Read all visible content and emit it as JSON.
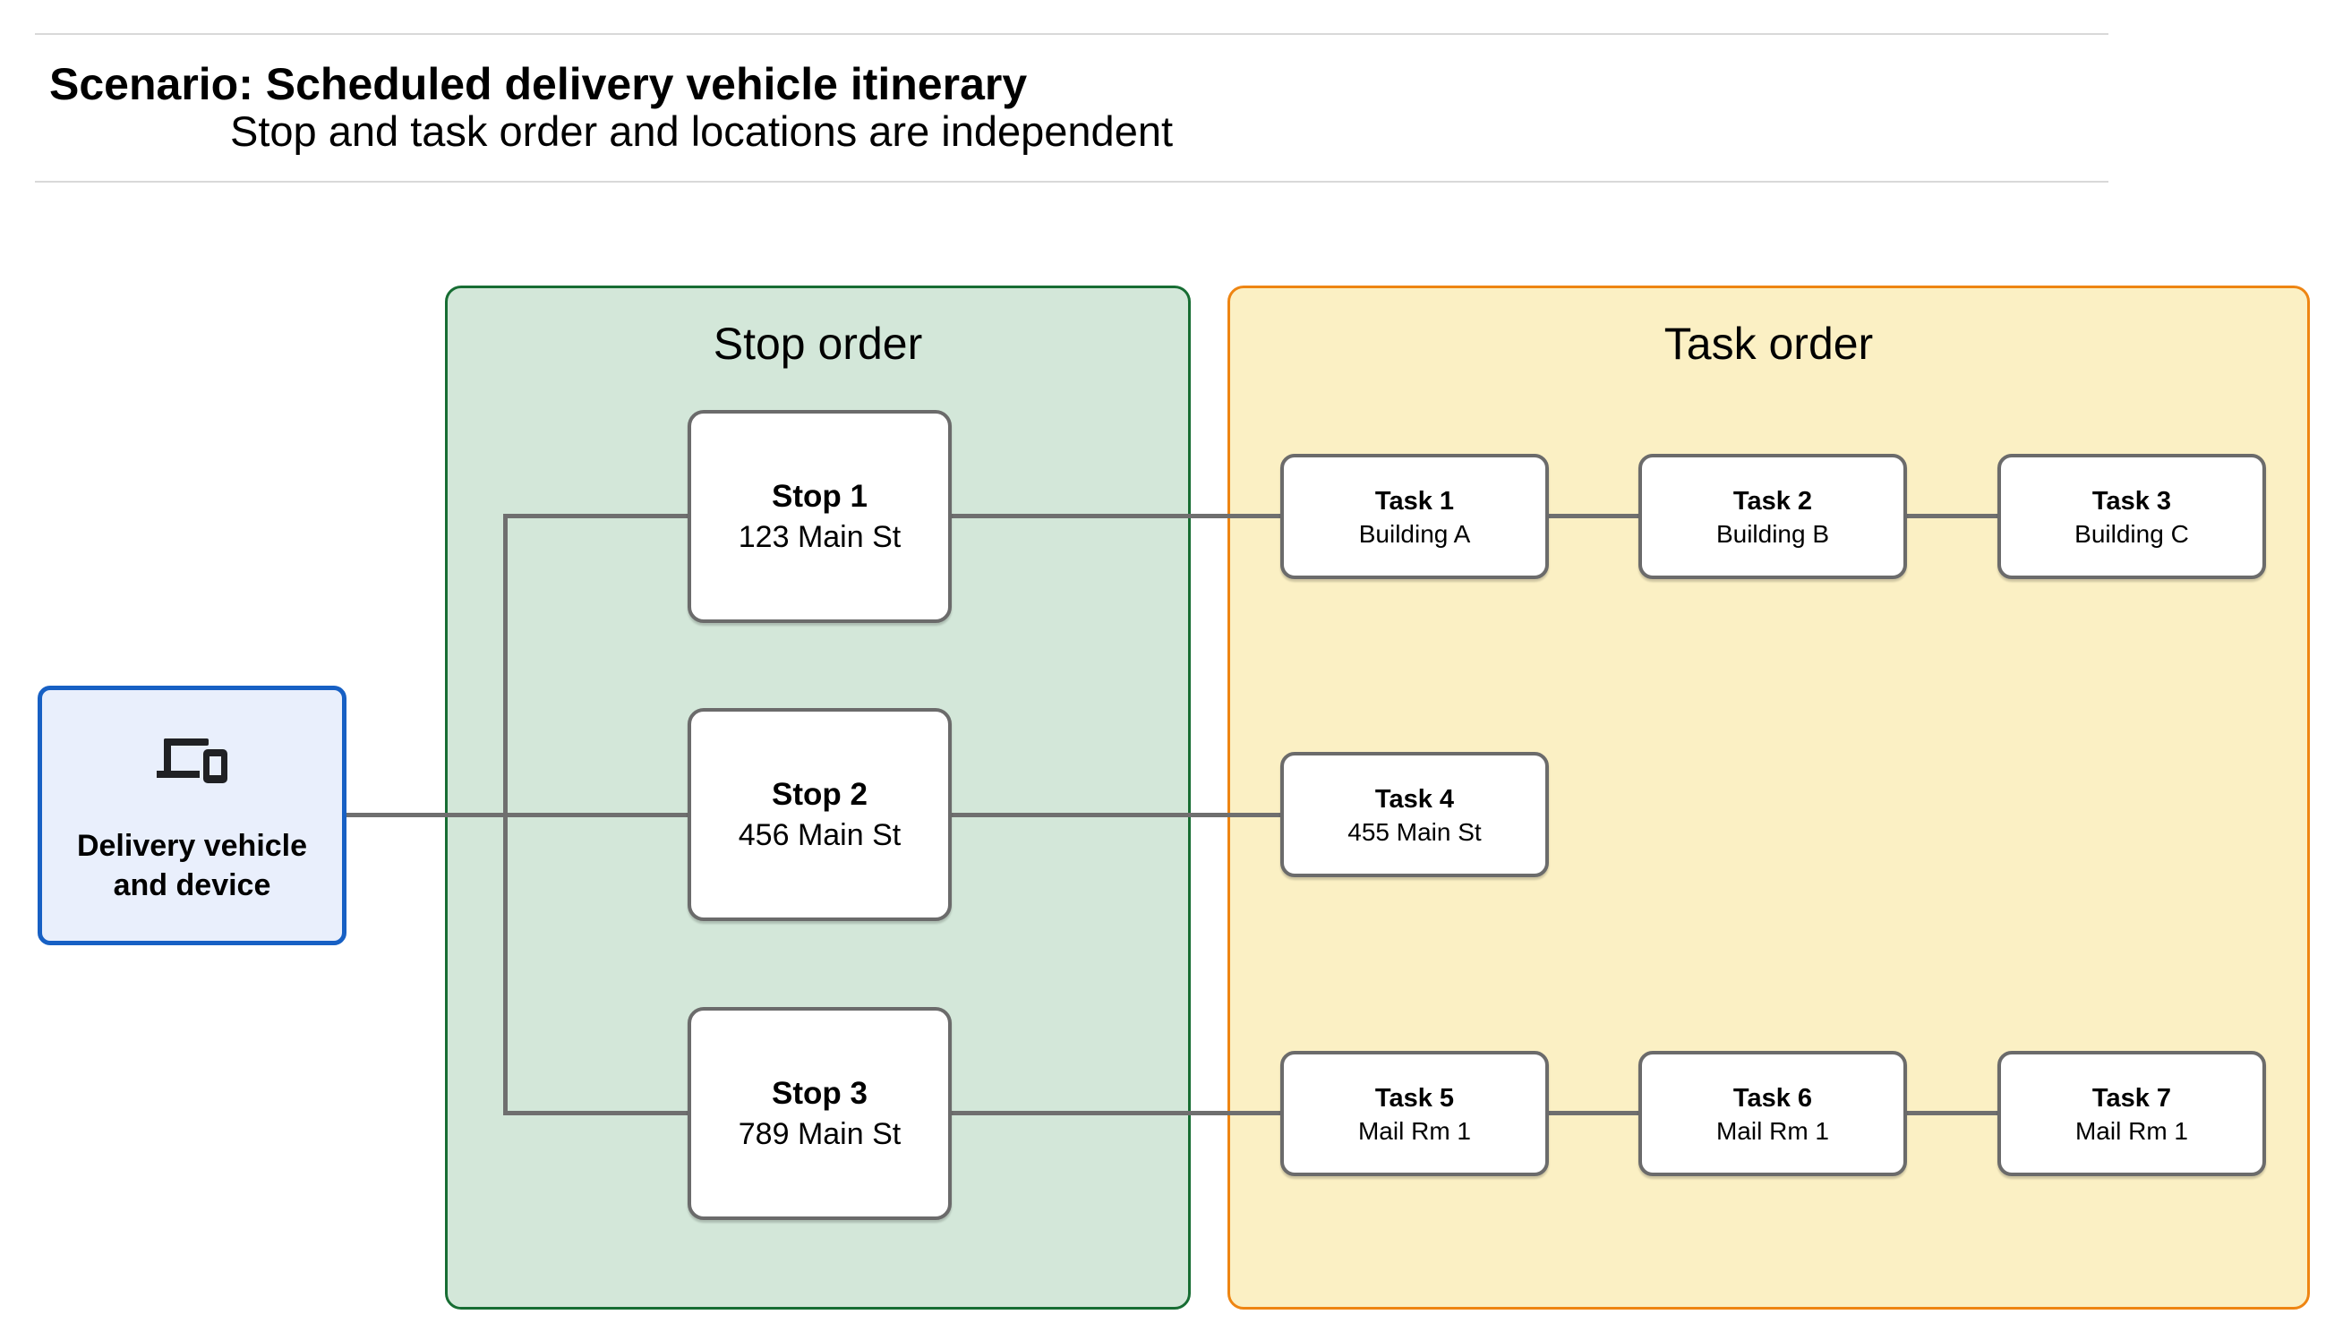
{
  "header": {
    "title": "Scenario: Scheduled delivery vehicle itinerary",
    "subtitle": "Stop and task order and locations are independent"
  },
  "device_node": {
    "label": "Delivery vehicle and device",
    "icon": "devices-icon"
  },
  "stop_panel": {
    "title": "Stop order"
  },
  "task_panel": {
    "title": "Task order"
  },
  "stops": [
    {
      "title": "Stop 1",
      "subtitle": "123 Main St"
    },
    {
      "title": "Stop 2",
      "subtitle": "456 Main St"
    },
    {
      "title": "Stop 3",
      "subtitle": "789 Main St"
    }
  ],
  "tasks": [
    {
      "title": "Task 1",
      "subtitle": "Building A"
    },
    {
      "title": "Task 2",
      "subtitle": "Building B"
    },
    {
      "title": "Task 3",
      "subtitle": "Building C"
    },
    {
      "title": "Task 4",
      "subtitle": "455 Main St"
    },
    {
      "title": "Task 5",
      "subtitle": "Mail Rm 1"
    },
    {
      "title": "Task 6",
      "subtitle": "Mail Rm 1"
    },
    {
      "title": "Task 7",
      "subtitle": "Mail Rm 1"
    }
  ],
  "colors": {
    "page_bg": "#FFFFFF",
    "text": "#000000",
    "rule": "#D9D9D9",
    "stop_panel_fill": "#D3E7D9",
    "stop_panel_border": "#176D33",
    "task_panel_fill": "#FBF0C4",
    "task_panel_border": "#EE8512",
    "device_fill": "#E9EFFC",
    "device_border": "#1760C4",
    "node_fill": "#FFFFFF",
    "node_border": "#6B6B6B",
    "connector": "#6F6F6F",
    "icon": "#202124"
  }
}
